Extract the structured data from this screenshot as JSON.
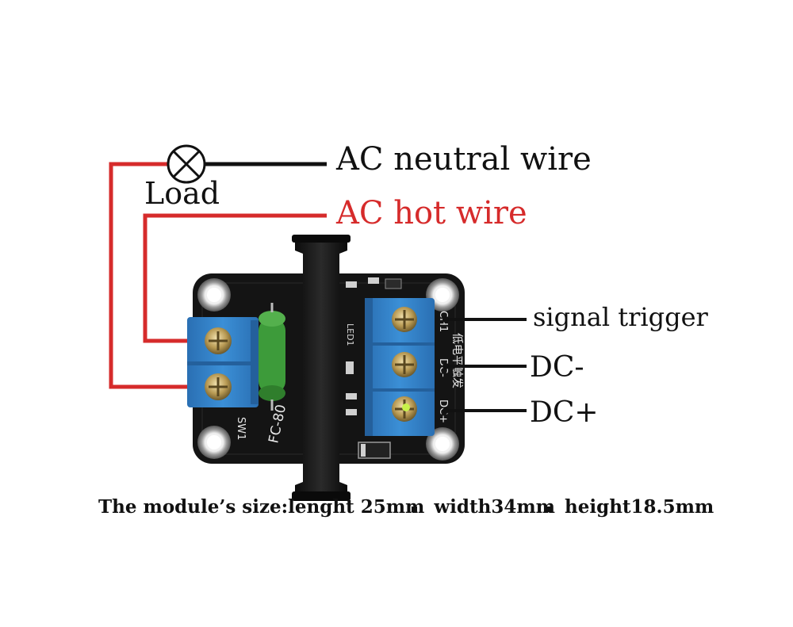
{
  "labels": {
    "ac_neutral": "AC neutral wire",
    "load": "Load",
    "ac_hot": "AC hot wire",
    "signal_trigger": "signal  trigger",
    "dc_minus": "DC-",
    "dc_plus": "DC+"
  },
  "board": {
    "fuse_marking": "FC-80",
    "switch_marking": "SW1",
    "pin_ch1": "CH1",
    "pin_dc_minus": "DC-",
    "pin_dc_plus": "DC+",
    "chinese_marking": "低电平触发",
    "led_marking": "LED1"
  },
  "caption": {
    "prefix": "The module’s size:lenght 25mm",
    "width": "width34mm",
    "height": "height18.5mm"
  },
  "colors": {
    "hot_wire": "#d62b2b",
    "neutral_wire": "#111111",
    "terminal_blue": "#2f7fc4",
    "pcb": "#141414"
  }
}
